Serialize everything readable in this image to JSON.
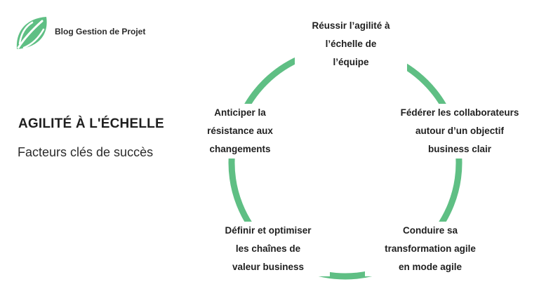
{
  "logo": {
    "text": "Blog Gestion de Projet",
    "icon": "leaf-icon",
    "color": "#5fbf84"
  },
  "title": "AGILITÉ À L'ÉCHELLE",
  "subtitle": "Facteurs clés de succès",
  "cycle": {
    "color": "#5fbf84",
    "nodes": [
      {
        "lines": [
          "Réussir l’agilité à",
          "l’échelle de",
          "l’équipe"
        ]
      },
      {
        "lines": [
          "Fédérer les collaborateurs",
          "autour d’un objectif",
          "business clair"
        ]
      },
      {
        "lines": [
          "Conduire sa",
          "transformation agile",
          "en mode agile"
        ]
      },
      {
        "lines": [
          "Définir et optimiser",
          "les chaînes de",
          "valeur business"
        ]
      },
      {
        "lines": [
          "Anticiper la",
          "résistance aux",
          "changements"
        ]
      }
    ]
  }
}
